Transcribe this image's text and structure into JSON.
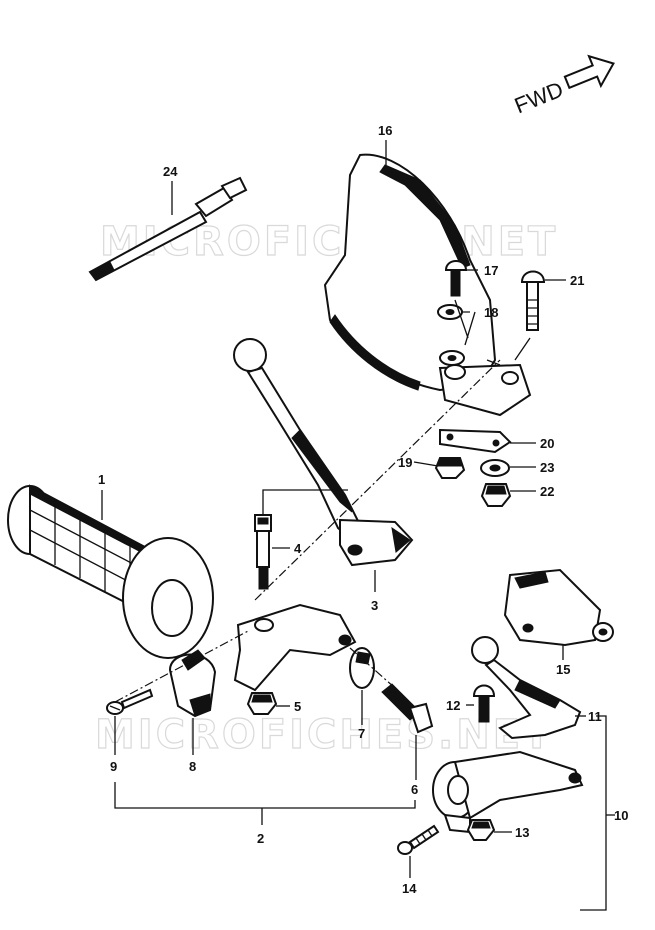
{
  "watermark": "MICROFICHES.NET",
  "direction_label": "FWD",
  "callouts": {
    "p1": "1",
    "p2": "2",
    "p3": "3",
    "p4": "4",
    "p5": "5",
    "p6": "6",
    "p7": "7",
    "p8": "8",
    "p9": "9",
    "p10": "10",
    "p11": "11",
    "p12": "12",
    "p13": "13",
    "p14": "14",
    "p15": "15",
    "p16": "16",
    "p17": "17",
    "p18": "18",
    "p19": "19",
    "p20": "20",
    "p21": "21",
    "p22": "22",
    "p23": "23",
    "p24": "24"
  }
}
